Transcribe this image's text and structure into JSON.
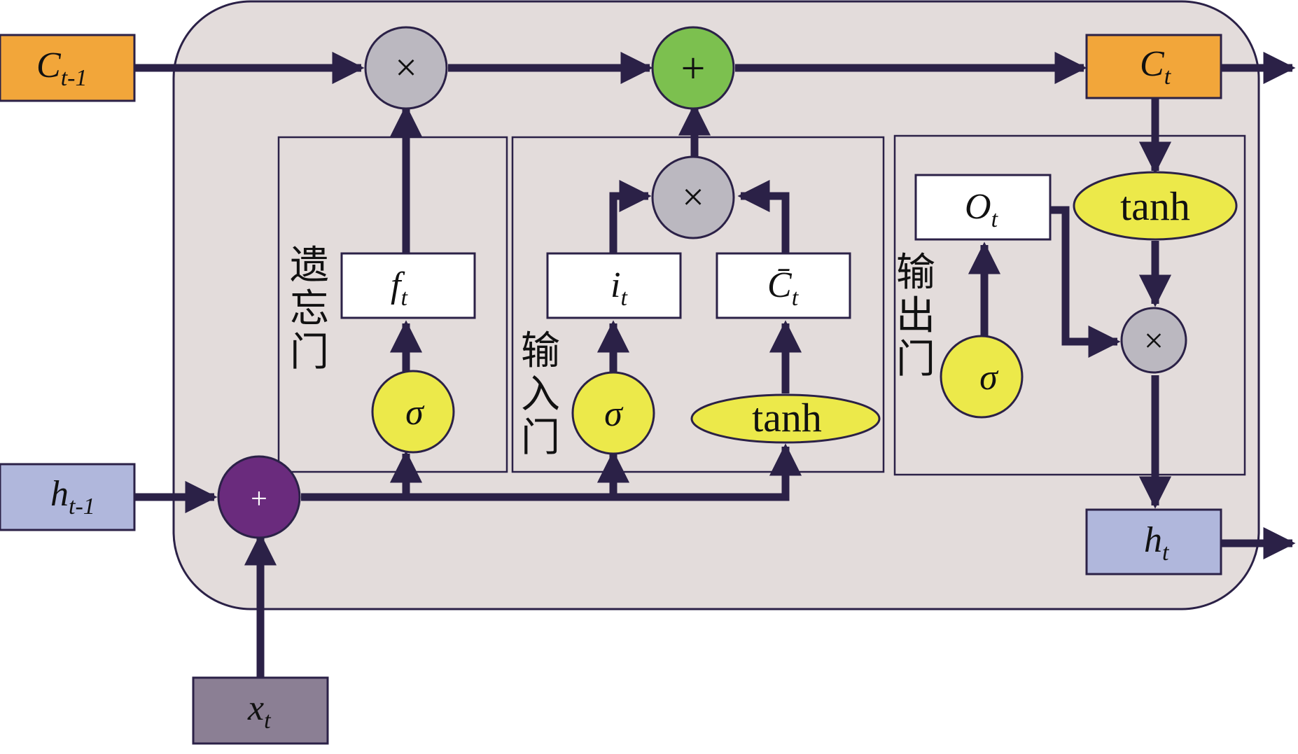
{
  "inputs": {
    "c_prev": {
      "main": "C",
      "sub": "t-1"
    },
    "h_prev": {
      "main": "h",
      "sub": "t-1"
    },
    "x_t": {
      "main": "x",
      "sub": "t"
    }
  },
  "outputs": {
    "c_t": {
      "main": "C",
      "sub": "t"
    },
    "h_t": {
      "main": "h",
      "sub": "t"
    }
  },
  "gates": {
    "forget": {
      "chars": [
        "遗",
        "忘",
        "门"
      ],
      "value": {
        "main": "f",
        "sub": "t"
      },
      "activation": "σ"
    },
    "input": {
      "chars": [
        "输",
        "入",
        "门"
      ],
      "value": {
        "main": "i",
        "sub": "t"
      },
      "activation": "σ",
      "candidate": {
        "main": "C̄",
        "sub": "t"
      },
      "candidate_activation": "tanh"
    },
    "output": {
      "chars": [
        "输",
        "出",
        "门"
      ],
      "value": {
        "main": "O",
        "sub": "t"
      },
      "activation": "σ"
    }
  },
  "operators": {
    "multiply": "×",
    "add": "+"
  },
  "cell_activation": "tanh",
  "colors": {
    "cell_bg": "#e3dcdb",
    "line": "#2b2147",
    "orange": "#f2a63a",
    "lavender": "#b0b7dc",
    "input_x": "#8b7f94",
    "gray_op": "#bbb8c0",
    "add_green": "#7cc04f",
    "concat_purple": "#6a2b7d",
    "yellow": "#ece94a"
  }
}
